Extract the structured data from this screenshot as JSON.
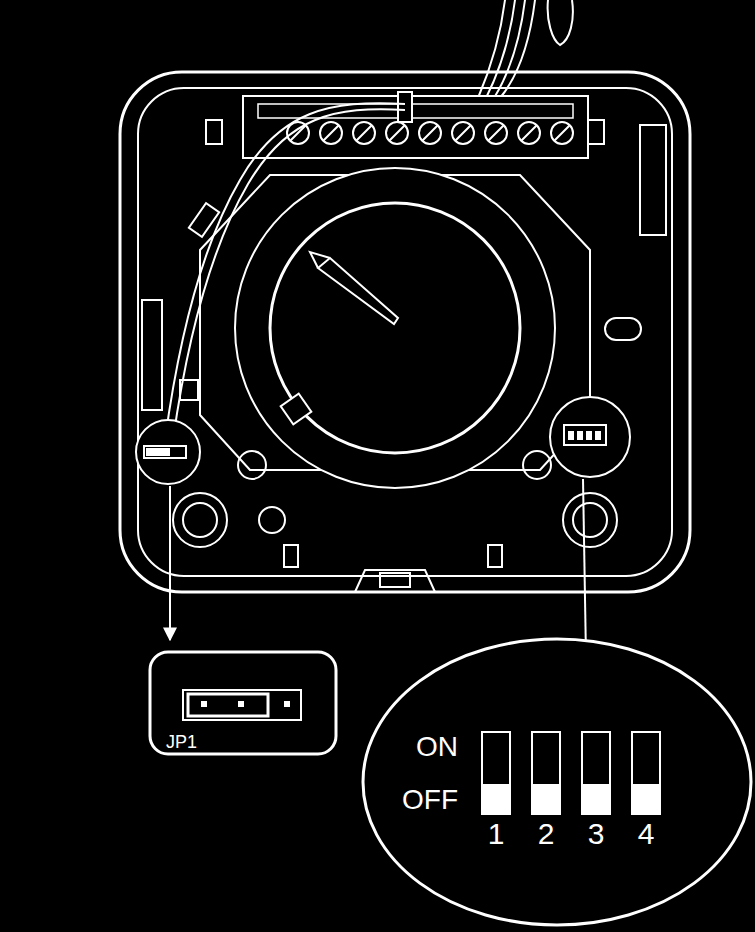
{
  "diagram": {
    "labels": [
      "JP1",
      "ON",
      "OFF",
      "1",
      "2",
      "3",
      "4"
    ]
  }
}
